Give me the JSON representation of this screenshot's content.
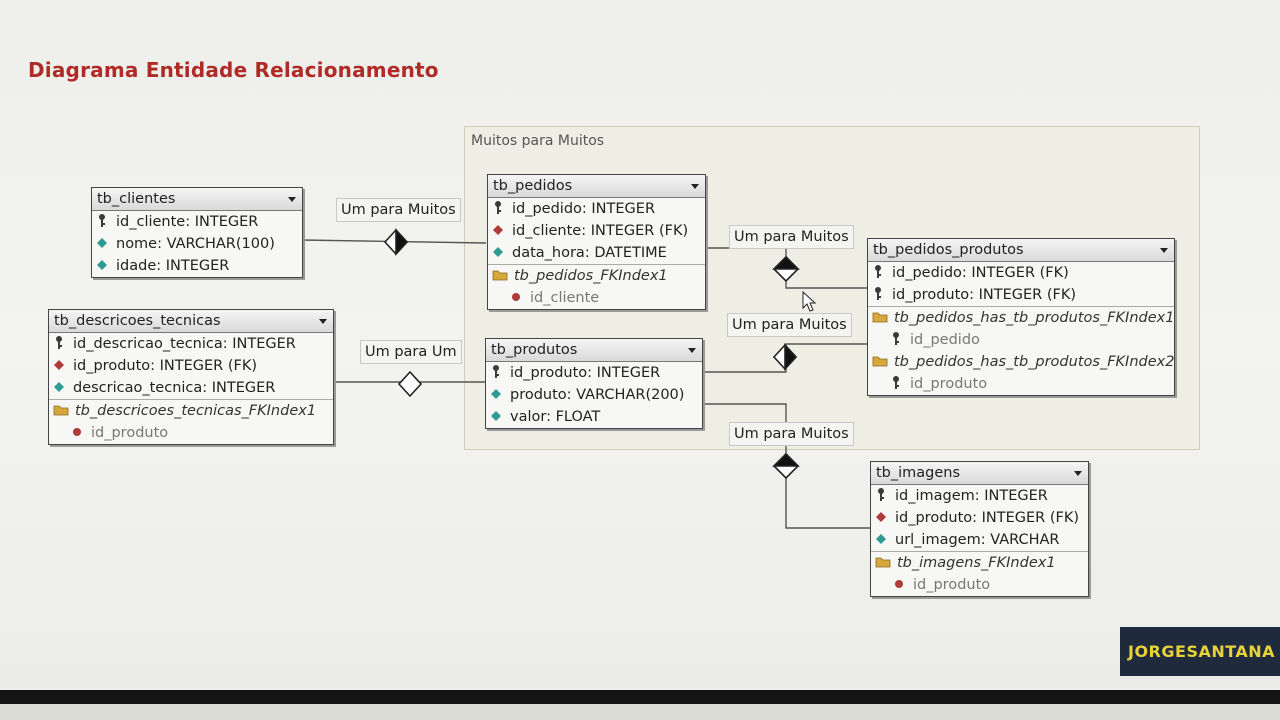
{
  "title": "Diagrama Entidade Relacionamento",
  "group_label": "Muitos para Muitos",
  "brand": "JORGESANTANA",
  "relationship_labels": {
    "clientes_pedidos": "Um para Muitos",
    "descricoes_produtos": "Um para Um",
    "pedidos_pp": "Um para Muitos",
    "produtos_pp": "Um para Muitos",
    "produtos_imagens": "Um para Muitos"
  },
  "tables": {
    "tb_clientes": {
      "name": "tb_clientes",
      "rows": [
        {
          "text": "id_cliente: INTEGER",
          "icon": "pk"
        },
        {
          "text": "nome: VARCHAR(100)",
          "icon": "attr"
        },
        {
          "text": "idade: INTEGER",
          "icon": "attr"
        }
      ]
    },
    "tb_pedidos": {
      "name": "tb_pedidos",
      "rows": [
        {
          "text": "id_pedido: INTEGER",
          "icon": "pk"
        },
        {
          "text": "id_cliente: INTEGER (FK)",
          "icon": "fk"
        },
        {
          "text": "data_hora: DATETIME",
          "icon": "attr"
        }
      ],
      "indexes": [
        {
          "name": "tb_pedidos_FKIndex1",
          "cols": [
            "id_cliente"
          ]
        }
      ]
    },
    "tb_pedidos_produtos": {
      "name": "tb_pedidos_produtos",
      "rows": [
        {
          "text": "id_pedido: INTEGER (FK)",
          "icon": "pk"
        },
        {
          "text": "id_produto: INTEGER (FK)",
          "icon": "pk"
        }
      ],
      "indexes": [
        {
          "name": "tb_pedidos_has_tb_produtos_FKIndex1",
          "cols": [
            "id_pedido"
          ]
        },
        {
          "name": "tb_pedidos_has_tb_produtos_FKIndex2",
          "cols": [
            "id_produto"
          ]
        }
      ]
    },
    "tb_descricoes_tecnicas": {
      "name": "tb_descricoes_tecnicas",
      "rows": [
        {
          "text": "id_descricao_tecnica: INTEGER",
          "icon": "pk"
        },
        {
          "text": "id_produto: INTEGER (FK)",
          "icon": "fk"
        },
        {
          "text": "descricao_tecnica: INTEGER",
          "icon": "attr"
        }
      ],
      "indexes": [
        {
          "name": "tb_descricoes_tecnicas_FKIndex1",
          "cols": [
            "id_produto"
          ]
        }
      ]
    },
    "tb_produtos": {
      "name": "tb_produtos",
      "rows": [
        {
          "text": "id_produto: INTEGER",
          "icon": "pk"
        },
        {
          "text": "produto: VARCHAR(200)",
          "icon": "attr"
        },
        {
          "text": "valor: FLOAT",
          "icon": "attr"
        }
      ]
    },
    "tb_imagens": {
      "name": "tb_imagens",
      "rows": [
        {
          "text": "id_imagem: INTEGER",
          "icon": "pk"
        },
        {
          "text": "id_produto: INTEGER (FK)",
          "icon": "fk"
        },
        {
          "text": "url_imagem: VARCHAR",
          "icon": "attr"
        }
      ],
      "indexes": [
        {
          "name": "tb_imagens_FKIndex1",
          "cols": [
            "id_produto"
          ]
        }
      ]
    }
  },
  "colors": {
    "title": "#b02a26",
    "pk_icon": "#3a3a3a",
    "fk_icon": "#b03a3a",
    "attr_icon": "#2e9c94",
    "index_folder": "#d6a73a",
    "brand_bg": "#1f2b3d",
    "brand_text": "#e8d23a"
  }
}
